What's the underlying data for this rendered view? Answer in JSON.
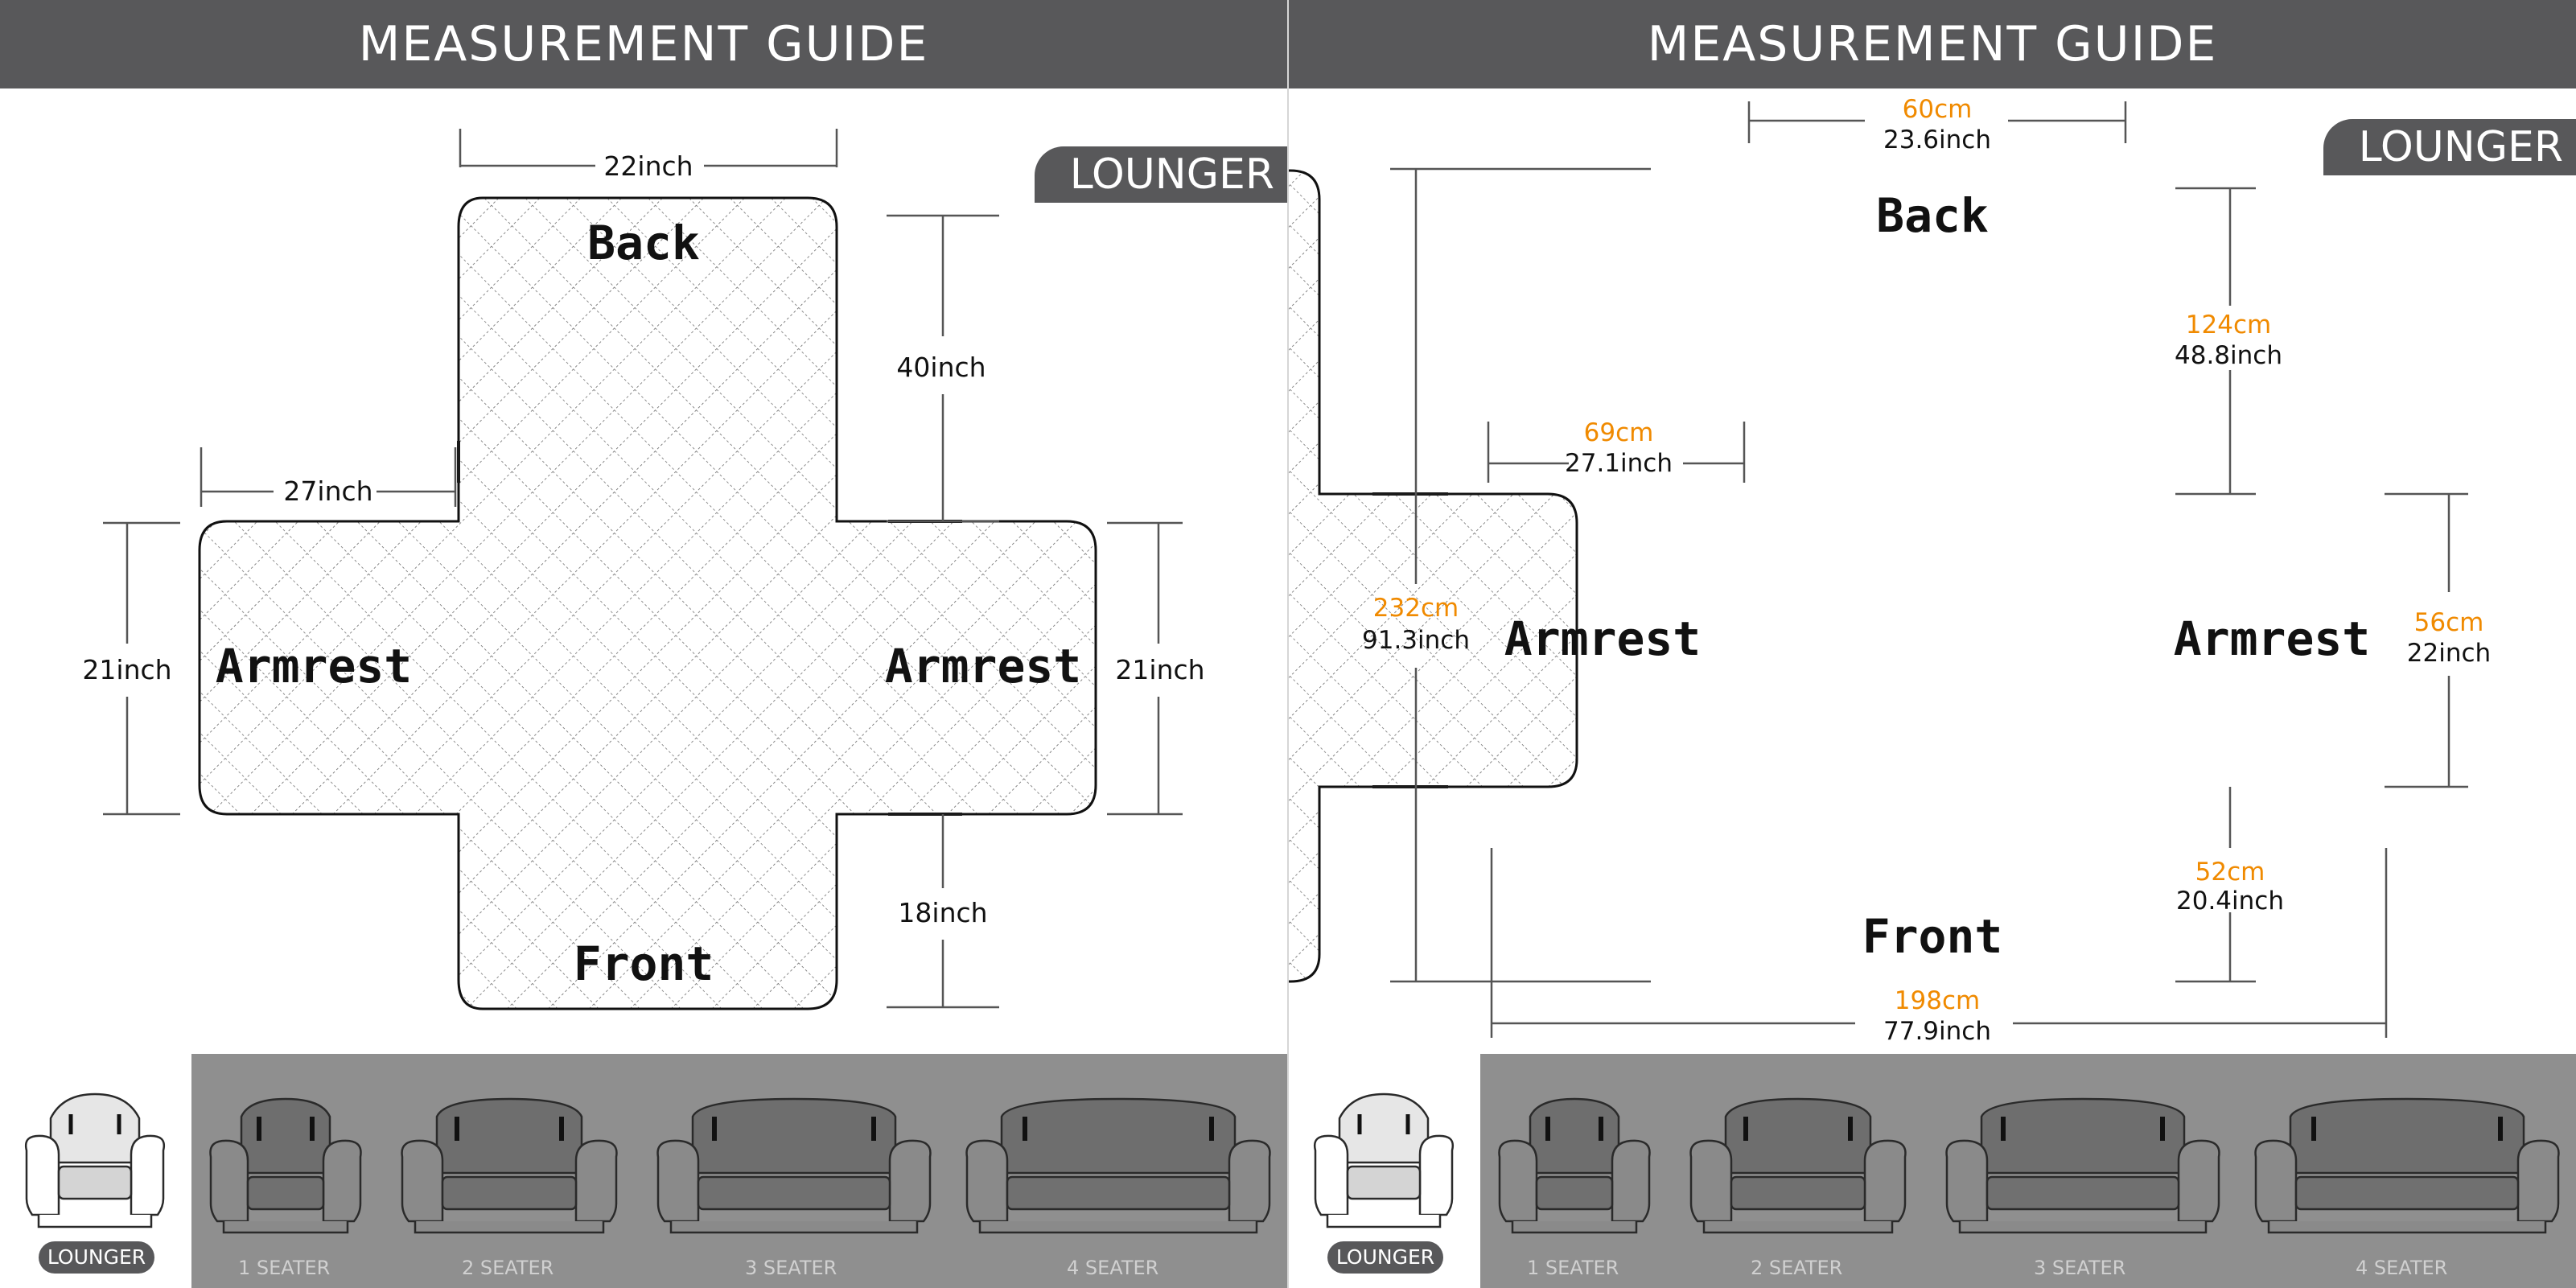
{
  "colors": {
    "header_bg": "#58585a",
    "accent_orange": "#f08a00",
    "seat_strip": "#8f8f8f"
  },
  "left": {
    "title": "MEASUREMENT GUIDE",
    "badge": "LOUNGER",
    "labels": {
      "back": "Back",
      "front": "Front",
      "armrest_left": "Armrest",
      "armrest_right": "Armrest"
    },
    "dims": {
      "back_width": "22inch",
      "back_height": "40inch",
      "arm_width": "27inch",
      "arm_left_height": "21inch",
      "arm_right_height": "21inch",
      "front_height": "18inch"
    },
    "seats": [
      "LOUNGER",
      "1 SEATER",
      "2 SEATER",
      "3 SEATER",
      "4 SEATER"
    ]
  },
  "right": {
    "title": "MEASUREMENT GUIDE",
    "badge": "LOUNGER",
    "labels": {
      "back": "Back",
      "front": "Front",
      "armrest_left": "Armrest",
      "armrest_right": "Armrest"
    },
    "dims": {
      "back_width_cm": "60cm",
      "back_width_in": "23.6inch",
      "back_height_cm": "124cm",
      "back_height_in": "48.8inch",
      "arm_width_cm": "69cm",
      "arm_width_in": "27.1inch",
      "total_height_cm": "232cm",
      "total_height_in": "91.3inch",
      "arm_height_cm": "56cm",
      "arm_height_in": "22inch",
      "front_height_cm": "52cm",
      "front_height_in": "20.4inch",
      "total_width_cm": "198cm",
      "total_width_in": "77.9inch"
    },
    "seats": [
      "LOUNGER",
      "1 SEATER",
      "2 SEATER",
      "3 SEATER",
      "4 SEATER"
    ]
  }
}
